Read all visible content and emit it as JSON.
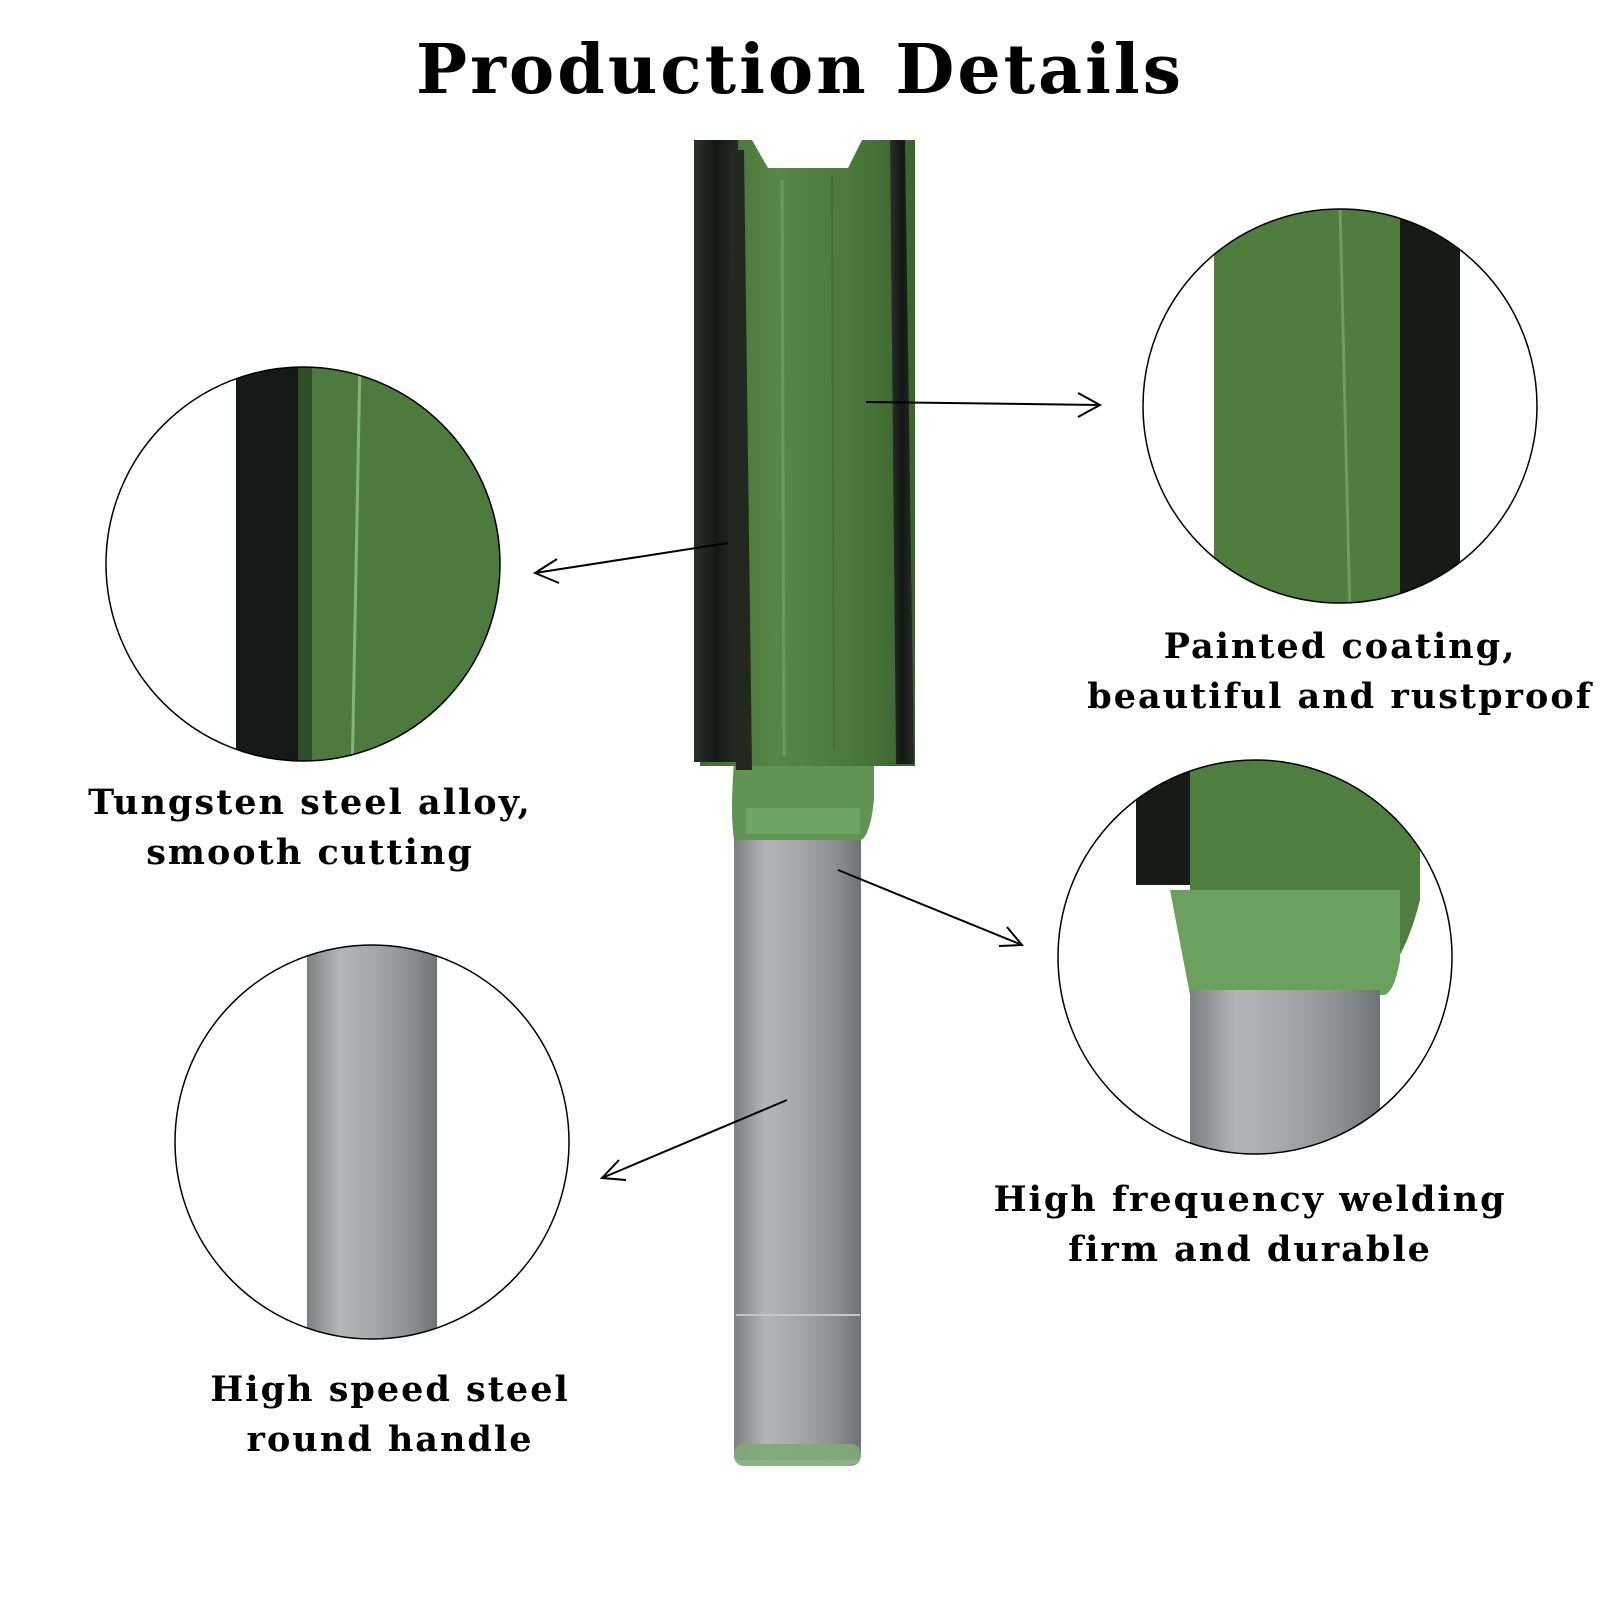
{
  "title": "Production Details",
  "colors": {
    "green": "#4e7c3d",
    "green_light": "#6fa063",
    "carbide": "#1e2420",
    "steel": "#a3a5a6",
    "outline": "#000000"
  },
  "features": [
    {
      "id": "tungsten",
      "line1": "Tungsten steel alloy,",
      "line2": "smooth cutting"
    },
    {
      "id": "painted",
      "line1": "Painted coating,",
      "line2": "beautiful and rustproof"
    },
    {
      "id": "welding",
      "line1": "High frequency welding",
      "line2": "firm and durable"
    },
    {
      "id": "handle",
      "line1": "High speed steel",
      "line2": "round handle"
    }
  ]
}
